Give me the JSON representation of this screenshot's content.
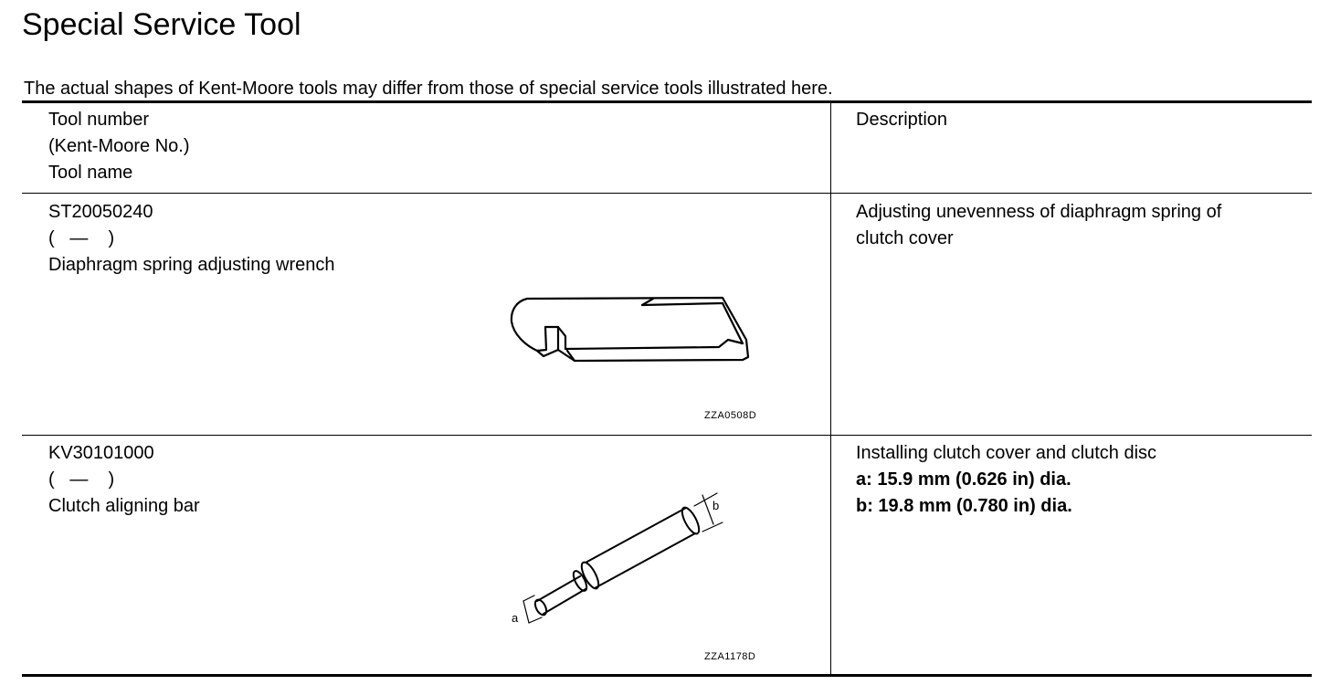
{
  "page": {
    "title": "Special Service Tool",
    "intro": "The actual shapes of Kent-Moore tools may differ from those of special service tools illustrated here."
  },
  "table": {
    "header": {
      "tool_lines": [
        "Tool number",
        "(Kent-Moore No.)",
        "Tool name"
      ],
      "description": "Description"
    },
    "rows": [
      {
        "tool_number": "ST20050240",
        "kent_moore": "(   —    )",
        "tool_name": "Diaphragm spring adjusting wrench",
        "illustration_code": "ZZA0508D",
        "description_lines": [
          "Adjusting unevenness of diaphragm spring of",
          "clutch cover"
        ],
        "description_bold_lines": []
      },
      {
        "tool_number": "KV30101000",
        "kent_moore": "(   —    )",
        "tool_name": "Clutch aligning bar",
        "illustration_code": "ZZA1178D",
        "illustration_labels": {
          "a": "a",
          "b": "b"
        },
        "description_lines": [
          "Installing clutch cover and clutch disc"
        ],
        "description_bold_lines": [
          "a: 15.9 mm (0.626 in) dia.",
          "b: 19.8 mm (0.780 in) dia."
        ]
      }
    ]
  },
  "icons": [
    "wrench-illustration",
    "aligning-bar-illustration"
  ]
}
